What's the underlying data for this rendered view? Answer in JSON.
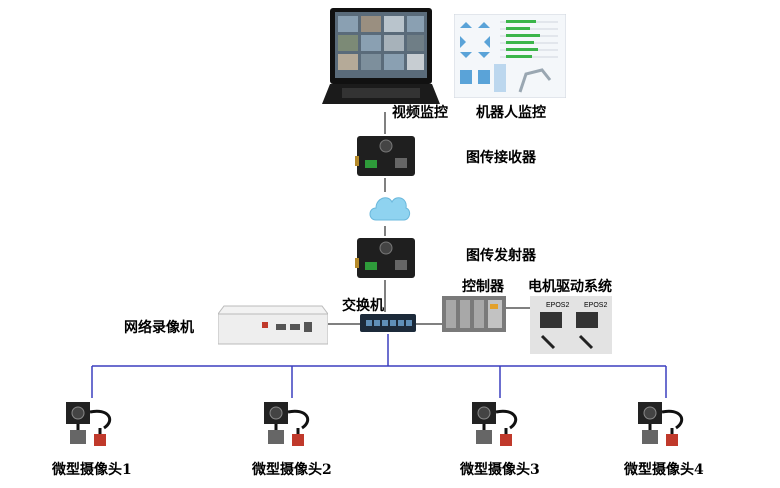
{
  "labels": {
    "video_monitor": "视频监控",
    "robot_monitor": "机器人监控",
    "receiver": "图传接收器",
    "transmitter": "图传发射器",
    "controller": "控制器",
    "motor_drive": "电机驱动系统",
    "switch": "交换机",
    "nvr": "网络录像机",
    "camera1": "微型摄像头1",
    "camera2": "微型摄像头2",
    "camera3": "微型摄像头3",
    "camera4": "微型摄像头4",
    "epos_a": "EPOS2",
    "epos_b": "EPOS2"
  },
  "colors": {
    "bus_line": "#3b3fbf",
    "device_dark": "#222222",
    "terminal_green": "#2e9b3a",
    "cloud": "#8fd3f0"
  }
}
